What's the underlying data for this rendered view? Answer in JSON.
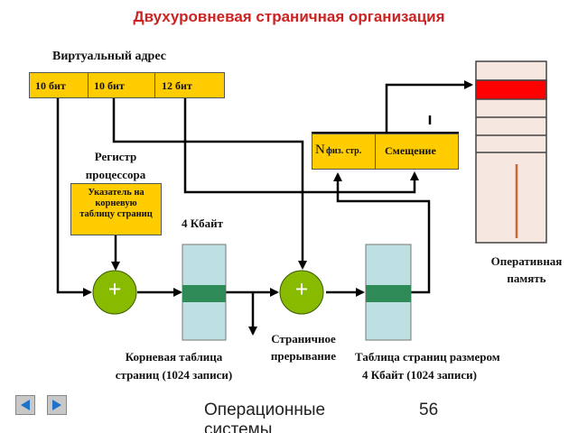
{
  "title": "Двухуровневая страничная организация",
  "virtual_address": {
    "label": "Виртуальный адрес",
    "fields": [
      "10 бит",
      "10 бит",
      "12 бит"
    ]
  },
  "register": {
    "label_line1": "Регистр",
    "label_line2": "процессора",
    "pointer_line1": "Указатель на",
    "pointer_line2": "корневую",
    "pointer_line3": "таблицу страниц"
  },
  "physical_address": {
    "page_num_prefix": "N",
    "page_num_suffix": "физ. стр.",
    "offset": "Смещение"
  },
  "size_label": "4 Кбайт",
  "adder_symbol": "+",
  "root_table": {
    "line1": "Корневая таблица",
    "line2": "страниц (1024 записи)"
  },
  "page_fault": {
    "line1": "Страничное",
    "line2": "прерывание"
  },
  "page_table": {
    "line1": "Таблица страниц размером",
    "line2": "4 Кбайт (1024 записи)"
  },
  "memory": {
    "line1": "Оперативная",
    "line2": "память"
  },
  "footer": {
    "course": "Операционные системы",
    "page_number": "56"
  },
  "colors": {
    "title": "#cc2222",
    "field": "#ffcc00",
    "adder": "#88bb00",
    "table": "#bfe0e3",
    "entry": "#2e8b57",
    "memory_frame": "#ff0000",
    "memory_bar": "#cc6633"
  }
}
